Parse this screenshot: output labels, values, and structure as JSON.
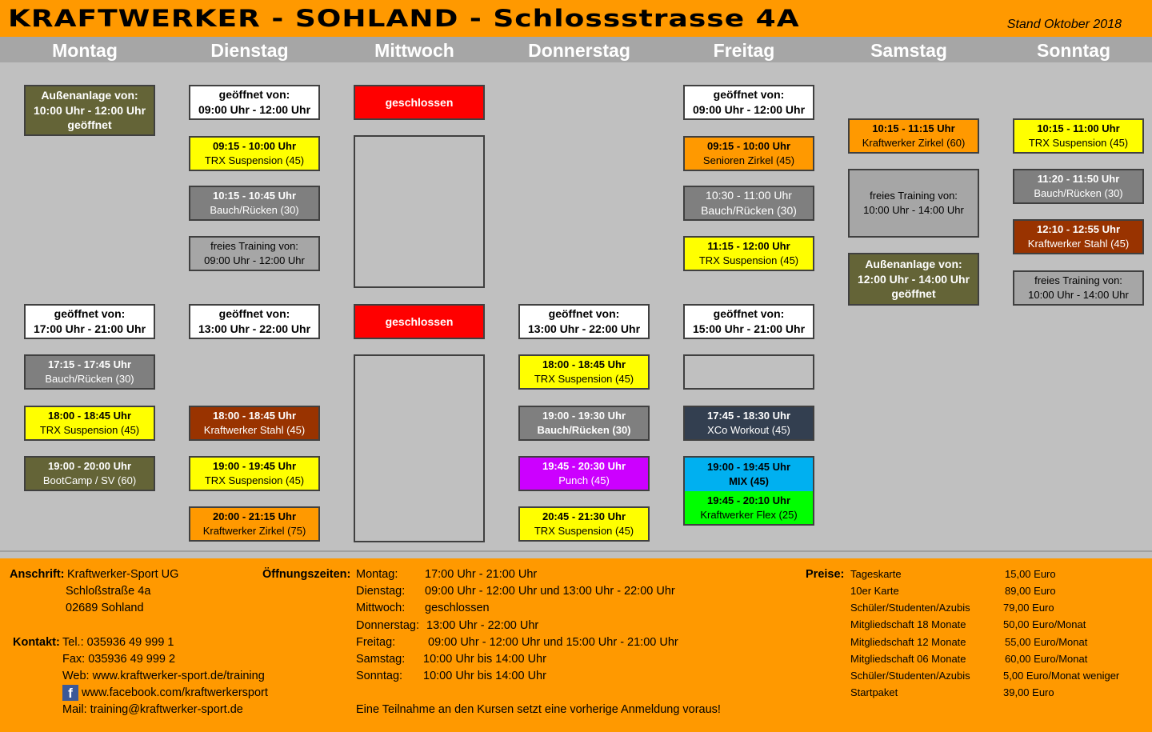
{
  "header": {
    "title": "KRAFTWERKER - SOHLAND - Schlossstrasse 4A",
    "stand": "Stand Oktober 2018"
  },
  "days": [
    "Montag",
    "Dienstag",
    "Mittwoch",
    "Donnerstag",
    "Freitag",
    "Samstag",
    "Sonntag"
  ],
  "schedule": {
    "montag": [
      {
        "type": "olive",
        "lines": [
          "Außenanlage von:",
          "10:00 Uhr - 12:00 Uhr",
          "geöffnet"
        ]
      },
      {
        "type": "white",
        "lines": [
          "geöffnet von:",
          "17:00 Uhr - 21:00 Uhr"
        ]
      },
      {
        "type": "gray",
        "lines": [
          "17:15 - 17:45 Uhr",
          "Bauch/Rücken (30)"
        ]
      },
      {
        "type": "yellow",
        "lines": [
          "18:00 - 18:45 Uhr",
          "TRX Suspension (45)"
        ]
      },
      {
        "type": "olive-class",
        "lines": [
          "19:00 - 20:00 Uhr",
          "BootCamp / SV (60)"
        ]
      }
    ],
    "dienstag": [
      {
        "type": "white",
        "lines": [
          "geöffnet von:",
          "09:00 Uhr - 12:00 Uhr"
        ]
      },
      {
        "type": "yellow",
        "lines": [
          "09:15 - 10:00 Uhr",
          "TRX Suspension (45)"
        ]
      },
      {
        "type": "gray",
        "lines": [
          "10:15 - 10:45 Uhr",
          "Bauch/Rücken (30)"
        ]
      },
      {
        "type": "lgray",
        "lines": [
          "freies Training von:",
          "09:00 Uhr - 12:00 Uhr"
        ]
      },
      {
        "type": "white",
        "lines": [
          "geöffnet von:",
          "13:00 Uhr - 22:00 Uhr"
        ]
      },
      {
        "type": "brown",
        "lines": [
          "18:00 - 18:45 Uhr",
          "Kraftwerker Stahl (45)"
        ]
      },
      {
        "type": "yellow",
        "lines": [
          "19:00 - 19:45 Uhr",
          "TRX Suspension (45)"
        ]
      },
      {
        "type": "orange",
        "lines": [
          "20:00 - 21:15 Uhr",
          "Kraftwerker Zirkel (75)"
        ]
      }
    ],
    "mittwoch": [
      {
        "type": "red",
        "lines": [
          "geschlossen"
        ]
      },
      {
        "type": "red",
        "lines": [
          "geschlossen"
        ]
      }
    ],
    "donnerstag": [
      {
        "type": "white",
        "lines": [
          "geöffnet von:",
          "13:00 Uhr - 22:00 Uhr"
        ]
      },
      {
        "type": "yellow",
        "lines": [
          "18:00 - 18:45 Uhr",
          "TRX Suspension (45)"
        ]
      },
      {
        "type": "gray",
        "lines": [
          "19:00 - 19:30 Uhr",
          "Bauch/Rücken (30)"
        ]
      },
      {
        "type": "purple",
        "lines": [
          "19:45 - 20:30 Uhr",
          "Punch (45)"
        ]
      },
      {
        "type": "yellow",
        "lines": [
          "20:45 - 21:30 Uhr",
          "TRX Suspension (45)"
        ]
      }
    ],
    "freitag": [
      {
        "type": "white",
        "lines": [
          "geöffnet von:",
          "09:00 Uhr - 12:00 Uhr"
        ]
      },
      {
        "type": "orange",
        "lines": [
          "09:15 - 10:00 Uhr",
          "Senioren Zirkel (45)"
        ]
      },
      {
        "type": "gray",
        "lines": [
          "10:30 - 11:00 Uhr",
          "Bauch/Rücken (30)"
        ]
      },
      {
        "type": "yellow",
        "lines": [
          "11:15 - 12:00 Uhr",
          "TRX Suspension (45)"
        ]
      },
      {
        "type": "white",
        "lines": [
          "geöffnet von:",
          "15:00 Uhr - 21:00 Uhr"
        ]
      },
      {
        "type": "navy",
        "lines": [
          "17:45 - 18:30 Uhr",
          "XCo Workout (45)"
        ]
      },
      {
        "type": "blue",
        "lines": [
          "19:00 - 19:45 Uhr",
          "MIX (45)"
        ]
      },
      {
        "type": "green",
        "lines": [
          "19:45 - 20:10 Uhr",
          "Kraftwerker Flex (25)"
        ]
      }
    ],
    "samstag": [
      {
        "type": "orange",
        "lines": [
          "10:15 - 11:15 Uhr",
          "Kraftwerker Zirkel (60)"
        ]
      },
      {
        "type": "lgray",
        "lines": [
          "freies Training von:",
          "10:00 Uhr - 14:00 Uhr"
        ]
      },
      {
        "type": "olive",
        "lines": [
          "Außenanlage von:",
          "12:00 Uhr - 14:00 Uhr",
          "geöffnet"
        ]
      }
    ],
    "sonntag": [
      {
        "type": "yellow",
        "lines": [
          "10:15 - 11:00 Uhr",
          "TRX Suspension (45)"
        ]
      },
      {
        "type": "gray",
        "lines": [
          "11:20 - 11:50 Uhr",
          "Bauch/Rücken (30)"
        ]
      },
      {
        "type": "brown",
        "lines": [
          "12:10 - 12:55 Uhr",
          "Kraftwerker Stahl (45)"
        ]
      },
      {
        "type": "lgray",
        "lines": [
          "freies Training von:",
          "10:00 Uhr - 14:00 Uhr"
        ]
      }
    ]
  },
  "footer": {
    "anschrift_label": "Anschrift:",
    "anschrift": [
      "Kraftwerker-Sport UG",
      "Schloßstraße 4a",
      "02689 Sohland"
    ],
    "kontakt_label": "Kontakt:",
    "kontakt": [
      "Tel.:  035936 49 999 1",
      "Fax:  035936 49 999 2",
      "Web: www.kraftwerker-sport.de/training",
      "www.facebook.com/kraftwerkersport",
      "Mail: training@kraftwerker-sport.de"
    ],
    "facebook_glyph": "f",
    "oeffnung_label": "Öffnungszeiten:",
    "oeffnung": [
      {
        "day": "Montag:",
        "time": "17:00 Uhr - 21:00 Uhr"
      },
      {
        "day": "Dienstag:",
        "time": "09:00 Uhr - 12:00 Uhr und 13:00 Uhr - 22:00 Uhr"
      },
      {
        "day": "Mittwoch:",
        "time": "geschlossen"
      },
      {
        "day": "Donnerstag:",
        "time": "13:00 Uhr - 22:00 Uhr"
      },
      {
        "day": "Freitag:",
        "time": "09:00 Uhr - 12:00 Uhr und 15:00 Uhr - 21:00 Uhr"
      },
      {
        "day": "Samstag:",
        "time": "10:00 Uhr bis 14:00 Uhr"
      },
      {
        "day": "Sonntag:",
        "time": "10:00 Uhr bis 14:00 Uhr"
      }
    ],
    "hinweis": "Eine Teilnahme an den Kursen setzt eine vorherige Anmeldung voraus!",
    "preise_label": "Preise:",
    "preise": [
      {
        "item": "Tageskarte",
        "price": "15,00 Euro"
      },
      {
        "item": "10er Karte",
        "price": "89,00 Euro"
      },
      {
        "item": "Schüler/Studenten/Azubis",
        "price": "79,00 Euro"
      },
      {
        "item": "Mitgliedschaft 18 Monate",
        "price": "50,00 Euro/Monat"
      },
      {
        "item": "Mitgliedschaft 12 Monate",
        "price": "55,00 Euro/Monat"
      },
      {
        "item": "Mitgliedschaft 06 Monate",
        "price": "60,00 Euro/Monat"
      },
      {
        "item": "Schüler/Studenten/Azubis",
        "price": "5,00 Euro/Monat weniger"
      },
      {
        "item": "Startpaket",
        "price": "39,00 Euro"
      }
    ]
  },
  "colors": {
    "orange": "#ff9900",
    "olive": "#646437",
    "red": "#ff0000",
    "yellow": "#ffff00",
    "gray": "#7f7f7f",
    "brown": "#993300",
    "navy": "#333f50",
    "purple": "#cc00ff",
    "blue": "#00b0f0",
    "green": "#00ff00"
  }
}
